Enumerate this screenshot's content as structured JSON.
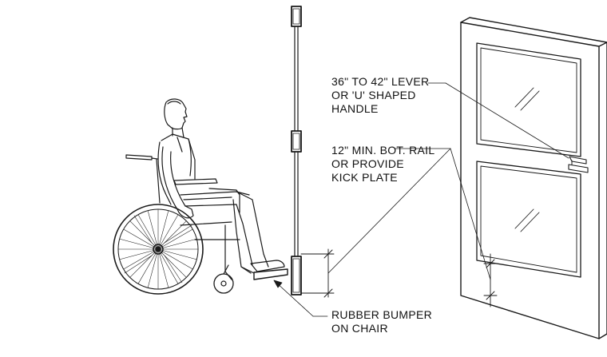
{
  "notes": {
    "lever": [
      "36\" TO 42\" LEVER",
      "OR 'U' SHAPED",
      "HANDLE"
    ],
    "rail": [
      "12\" MIN. BOT. RAIL",
      "OR PROVIDE",
      "KICK PLATE"
    ],
    "bumper": [
      "RUBBER BUMPER",
      "ON CHAIR"
    ]
  }
}
